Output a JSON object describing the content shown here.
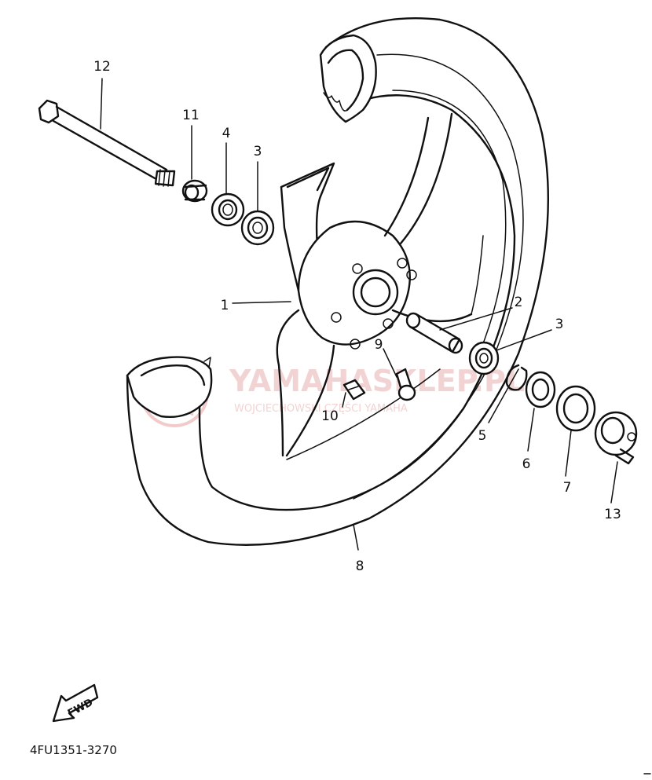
{
  "diagram": {
    "part_labels": [
      {
        "id": "1",
        "text": "1"
      },
      {
        "id": "2",
        "text": "2"
      },
      {
        "id": "3a",
        "text": "3"
      },
      {
        "id": "3b",
        "text": "3"
      },
      {
        "id": "4",
        "text": "4"
      },
      {
        "id": "5",
        "text": "5"
      },
      {
        "id": "6",
        "text": "6"
      },
      {
        "id": "7",
        "text": "7"
      },
      {
        "id": "8",
        "text": "8"
      },
      {
        "id": "9",
        "text": "9"
      },
      {
        "id": "10",
        "text": "10"
      },
      {
        "id": "11",
        "text": "11"
      },
      {
        "id": "12",
        "text": "12"
      },
      {
        "id": "13",
        "text": "13"
      }
    ],
    "fwd_arrow_label": "FWD",
    "diagram_code": "4FU1351-3270"
  },
  "watermark": {
    "brand": "YAMAHASKLEP.PL",
    "subtitle": "WOJCIECHOWSKI CZĘŚCI YAMAHA",
    "color": "#e8a0a0"
  }
}
